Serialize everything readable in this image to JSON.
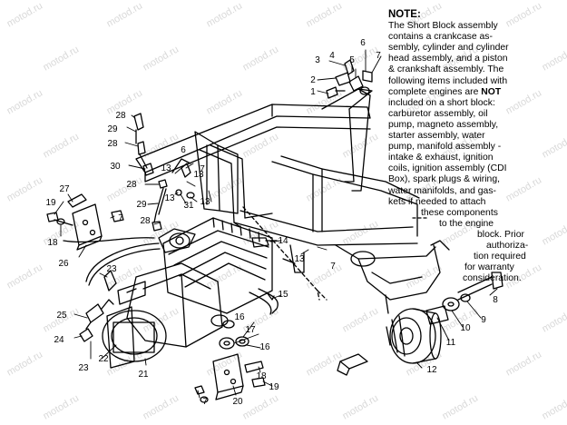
{
  "watermark": "motod.ru",
  "note": {
    "title": "NOTE:",
    "lines": [
      "The Short Block assembly",
      "contains a crankcase as-",
      "sembly, cylinder and cylinder",
      "head assembly, and a piston",
      "& crankshaft assembly.  The",
      "following items included with",
      "complete engines are ",
      "included on a short block:",
      "carburetor assembly, oil",
      "pump, magneto assembly,",
      "starter assembly, water",
      "pump, manifold assembly -",
      "intake & exhaust, ignition",
      "coils, ignition assembly (CDI",
      "Box), spark plugs & wiring,",
      "water manifolds, and gas-",
      "kets if needed to attach",
      "these components",
      "to the engine",
      "block.  Prior",
      "authoriza-",
      "tion required",
      "for warranty",
      "consideration."
    ],
    "not_word": "NOT"
  },
  "callouts": [
    "1",
    "2",
    "3",
    "4",
    "5",
    "6",
    "7",
    "8",
    "9",
    "10",
    "11",
    "12",
    "13",
    "14",
    "15",
    "16",
    "17",
    "18",
    "19",
    "20",
    "21",
    "22",
    "23",
    "24",
    "25",
    "26",
    "27",
    "28",
    "29",
    "30",
    "31"
  ]
}
